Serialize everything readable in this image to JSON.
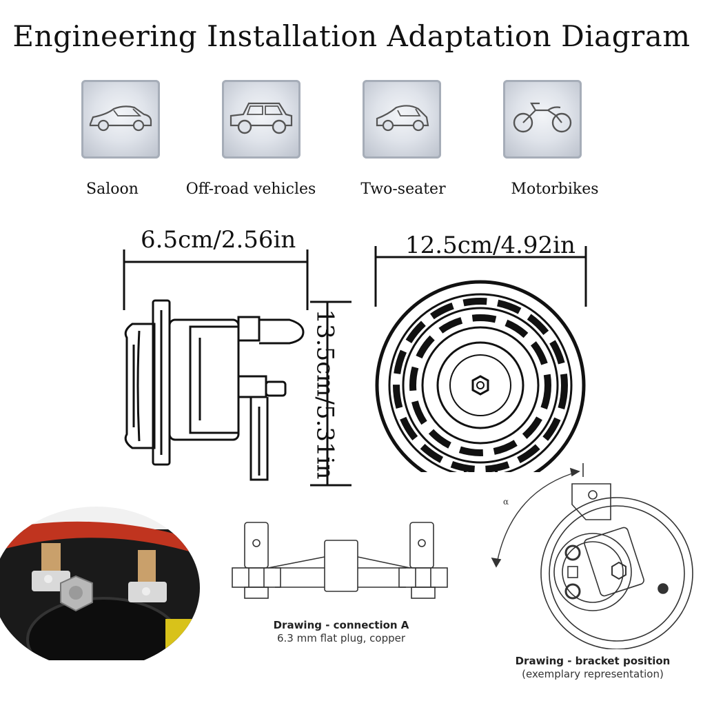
{
  "title": "Engineering Installation Adaptation Diagram",
  "vehicles": [
    {
      "label": "Saloon",
      "icon": "saloon-car-icon"
    },
    {
      "label": "Off-road vehicles",
      "icon": "offroad-vehicle-icon"
    },
    {
      "label": "Two-seater",
      "icon": "two-seater-car-icon"
    },
    {
      "label": "Motorbikes",
      "icon": "motorbike-icon"
    }
  ],
  "dimensions": {
    "depth": "6.5cm/2.56in",
    "diameter": "12.5cm/4.92in",
    "height": "13.5cm/5.31in"
  },
  "captions": {
    "connection_title": "Drawing - connection A",
    "connection_sub": "6.3 mm flat plug, copper",
    "bracket_title": "Drawing - bracket position",
    "bracket_sub": "(exemplary representation)"
  },
  "annotations": {
    "angle_mark": "α"
  }
}
